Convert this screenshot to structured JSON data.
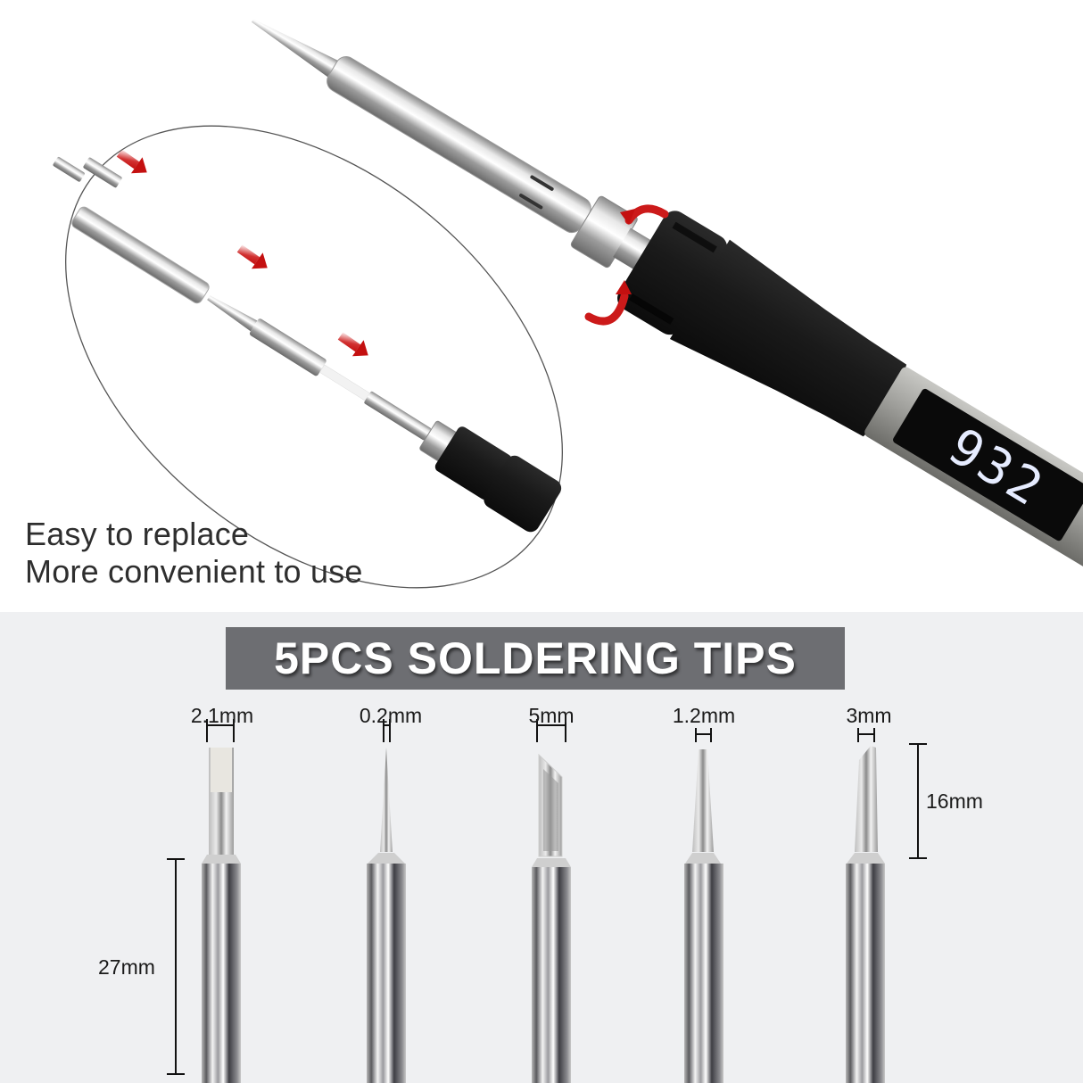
{
  "top_section": {
    "caption_line1": "Easy to replace",
    "caption_line2": "More convenient to use",
    "display_reading": "932",
    "arrow_color": "#cc1a1a",
    "handle_color": "#1c1c1c"
  },
  "bottom_section": {
    "banner_title": "5PCS SOLDERING TIPS",
    "banner_color": "#6d6e72",
    "background_color": "#eff0f2",
    "tips": [
      {
        "label": "2.1mm",
        "shape": "chisel-flat"
      },
      {
        "label": "0.2mm",
        "shape": "conical-fine"
      },
      {
        "label": "5mm",
        "shape": "knife"
      },
      {
        "label": "1.2mm",
        "shape": "conical-blunt"
      },
      {
        "label": "3mm",
        "shape": "bevel"
      }
    ],
    "shank_length_label": "27mm",
    "tip_length_label": "16mm"
  }
}
